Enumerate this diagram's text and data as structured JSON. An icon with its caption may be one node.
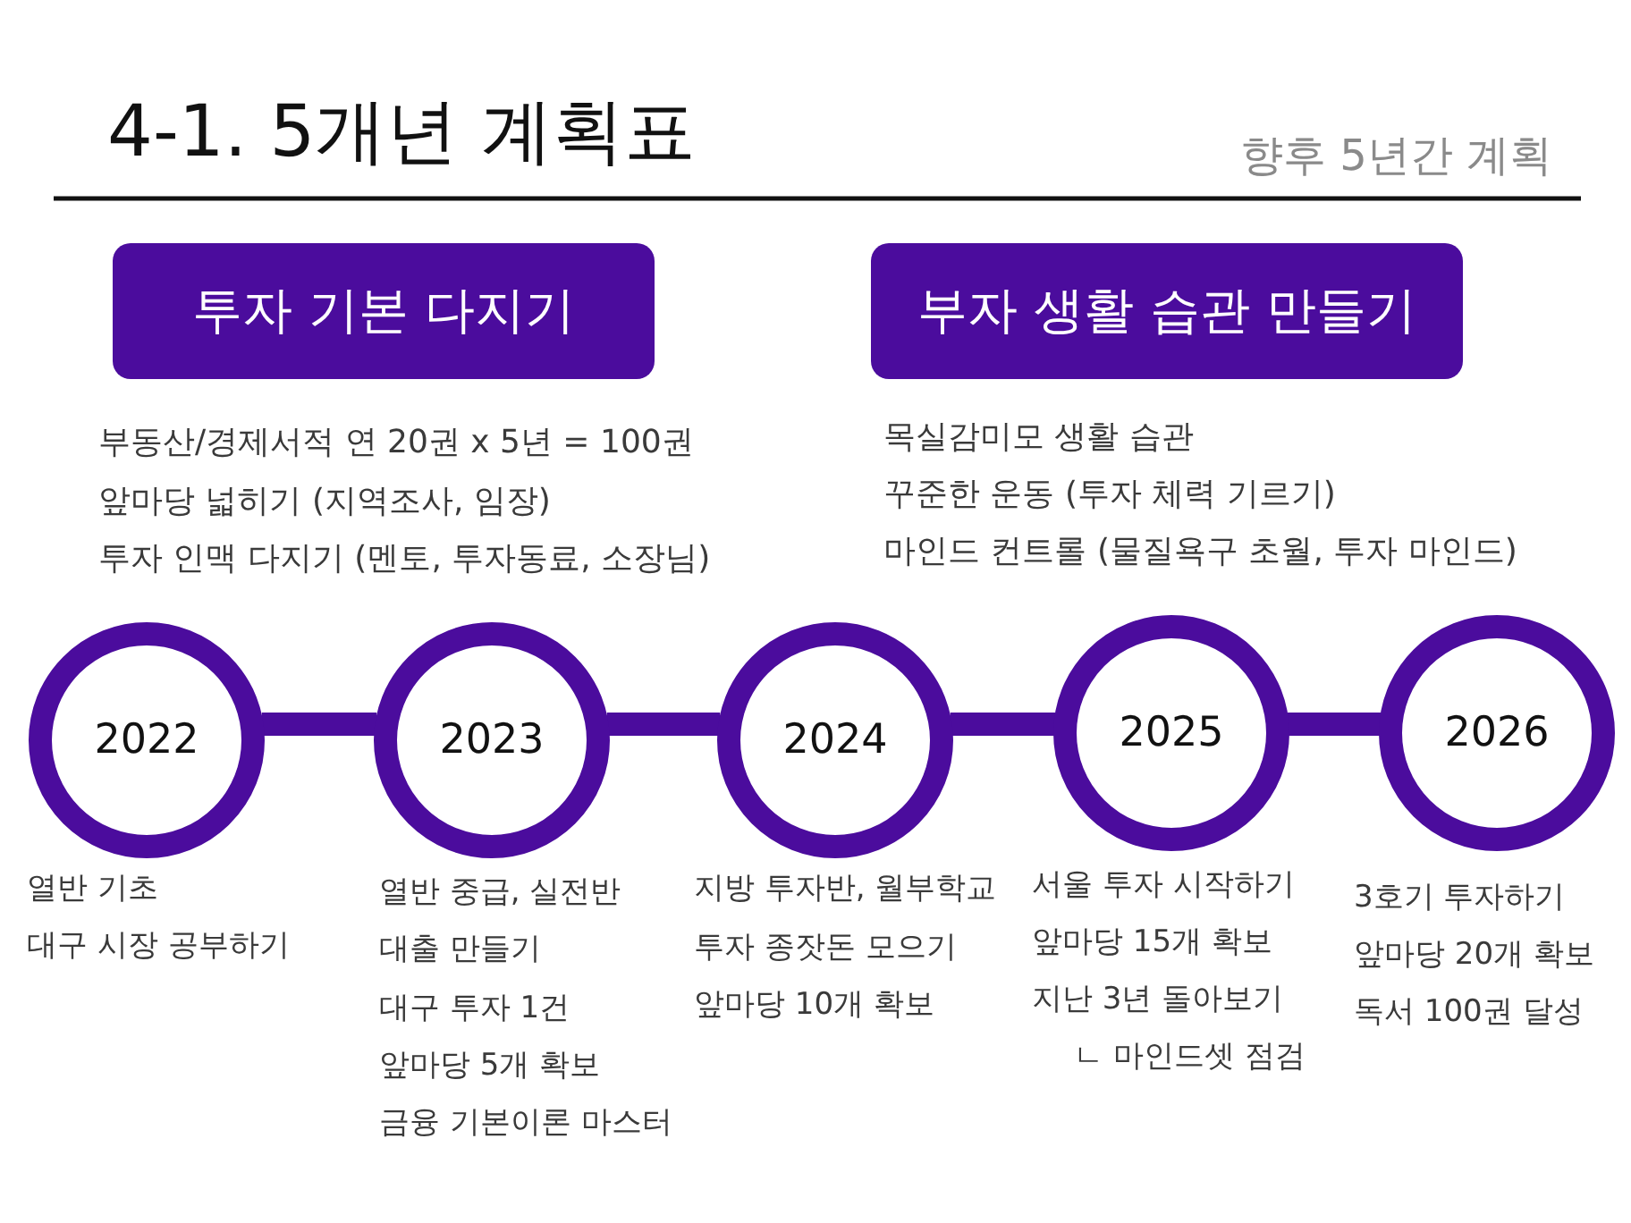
{
  "diagram": {
    "title": "4-1. 5개년 계획표",
    "nodes": [
      {
        "text": [
          "투자 기본 다지기"
        ],
        "beside": [
          "부동산/경제서적 연 20권 x 5년 = 100권",
          "앞마당 넓히기 (지역조사, 임장)",
          "투자 인맥 다지기 (멘토, 투자동료, 소장님)"
        ]
      },
      {
        "text": [
          "부자 생활 습관 만들기"
        ],
        "beside": [
          "목실감미모 생활 습관",
          "꾸준한 운동 (투자 체력 기르기)",
          "마인드 컨트롤 (물질욕구 초월, 투자 마인드)"
        ]
      },
      {
        "text": [
          "2022"
        ],
        "beside": [
          "열반 기초",
          "대구 시장 공부하기"
        ]
      },
      {
        "text": [
          "2023"
        ],
        "beside": [
          "열반 중급, 실전반",
          "대출 만들기",
          "대구 투자 1건",
          "앞마당 5개 확보",
          "금융 기본이론 마스터"
        ]
      },
      {
        "text": [
          "2024"
        ],
        "beside": [
          "지방 투자반, 월부학교",
          "투자 종잣돈 모으기",
          "앞마당 10개 확보"
        ]
      },
      {
        "text": [
          "2025"
        ],
        "beside": [
          "서울 투자 시작하기",
          "앞마당 15개 확보",
          "지난 3년 돌아보기",
          "ㄴ 마인드셋 점검"
        ]
      },
      {
        "text": [
          "2026"
        ],
        "beside": [
          "3호기 투자하기",
          "앞마당 20개 확보",
          "독서 100권 달성"
        ]
      }
    ],
    "edges": [
      {
        "from": 2,
        "to": 3,
        "arrow": "none"
      },
      {
        "from": 3,
        "to": 4,
        "arrow": "none"
      },
      {
        "from": 4,
        "to": 5,
        "arrow": "none"
      },
      {
        "from": 5,
        "to": 6,
        "arrow": "none"
      }
    ],
    "labels": [
      "향후 5년간 계획"
    ]
  }
}
